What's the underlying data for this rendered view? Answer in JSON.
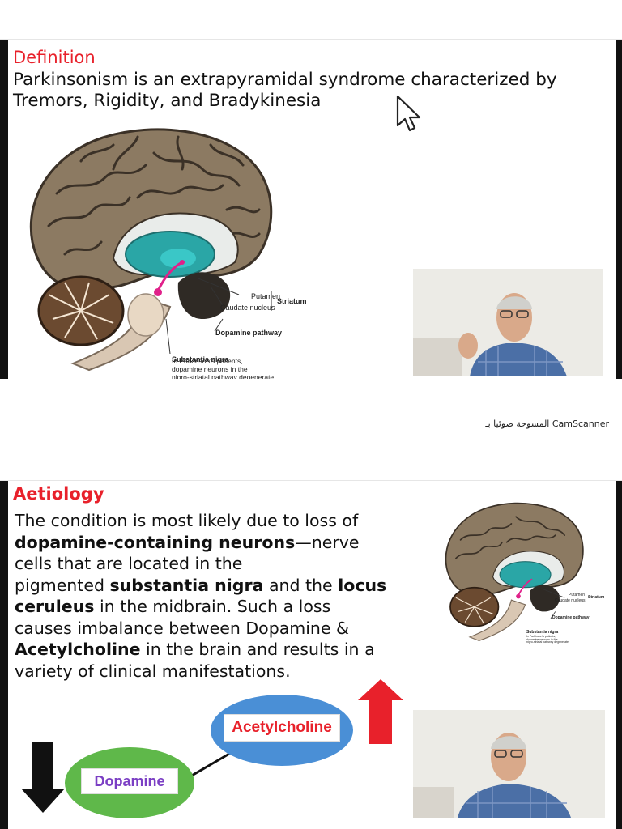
{
  "slide1": {
    "title": "Definition",
    "text_line1": "Parkinsonism is an extrapyramidal syndrome characterized by",
    "text_line2": "Tremors, Rigidity, and Bradykinesia",
    "labels": {
      "putamen": "Putamen",
      "caudate": "Caudate nucleus",
      "striatum": "Striatum",
      "dopamine_pathway": "Dopamine pathway",
      "substantia_nigra": "Substantia nigra",
      "sn_desc1": "In Parkinson's patients,",
      "sn_desc2": "dopamine neurons in the",
      "sn_desc3": "nigro-striatal pathway degenerate"
    }
  },
  "watermark": "المسوحة ضوئيا بـ CamScanner",
  "slide2": {
    "title": "Aetiology",
    "lines": [
      {
        "parts": [
          {
            "t": "The condition is most likely due to loss of",
            "b": false
          }
        ]
      },
      {
        "parts": [
          {
            "t": "dopamine-containing neurons",
            "b": true
          },
          {
            "t": "—nerve",
            "b": false
          }
        ]
      },
      {
        "parts": [
          {
            "t": "cells that are located in the",
            "b": false
          }
        ]
      },
      {
        "parts": [
          {
            "t": "pigmented ",
            "b": false
          },
          {
            "t": "substantia nigra",
            "b": true
          },
          {
            "t": " and the ",
            "b": false
          },
          {
            "t": "locus",
            "b": true
          }
        ]
      },
      {
        "parts": [
          {
            "t": "ceruleus",
            "b": true
          },
          {
            "t": " in the midbrain. Such a loss",
            "b": false
          }
        ]
      },
      {
        "parts": [
          {
            "t": "causes imbalance between Dopamine &",
            "b": false
          }
        ]
      },
      {
        "parts": [
          {
            "t": "Acetylcholine",
            "b": true
          },
          {
            "t": " in the brain and results in a",
            "b": false
          }
        ]
      },
      {
        "parts": [
          {
            "t": "variety of clinical manifestations.",
            "b": false
          }
        ]
      }
    ],
    "labels": {
      "putamen": "Putamen",
      "caudate": "Caudate nucleus",
      "striatum": "Striatum",
      "dopamine_pathway": "Dopamine pathway",
      "substantia_nigra": "Substantia nigra",
      "sn_desc1": "In Parkinson's patients,",
      "sn_desc2": "dopamine neurons in the",
      "sn_desc3": "nigro-striatal pathway degenerate"
    },
    "diagram": {
      "acetylcholine": "Acetylcholine",
      "dopamine": "Dopamine",
      "acetylcholine_arrow": "up",
      "dopamine_arrow": "down"
    }
  },
  "colors": {
    "heading": "#e8212b",
    "acetylcholine_text": "#e8212b",
    "dopamine_text": "#7b3fc4",
    "ellipse_blue": "#4a8fd6",
    "ellipse_green": "#5fb84a",
    "arrow_up": "#e8212b",
    "arrow_down": "#111111"
  }
}
